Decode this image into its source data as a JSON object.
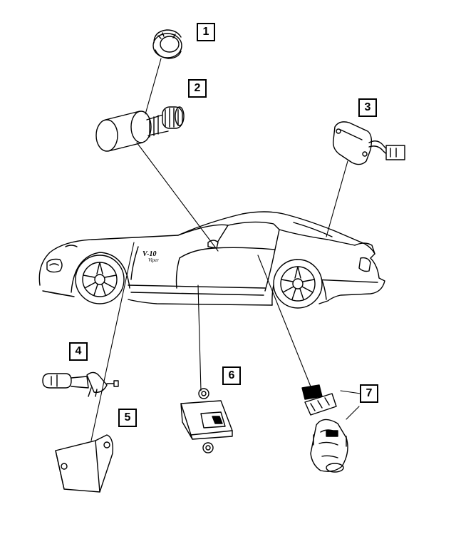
{
  "callouts": [
    {
      "id": "1",
      "label": "1"
    },
    {
      "id": "2",
      "label": "2"
    },
    {
      "id": "3",
      "label": "3"
    },
    {
      "id": "4",
      "label": "4"
    },
    {
      "id": "5",
      "label": "5"
    },
    {
      "id": "6",
      "label": "6"
    },
    {
      "id": "7",
      "label": "7"
    }
  ],
  "car_badge": {
    "line1": "V-10",
    "line2": "Viper"
  },
  "colors": {
    "stroke": "#000000",
    "background": "#ffffff"
  }
}
